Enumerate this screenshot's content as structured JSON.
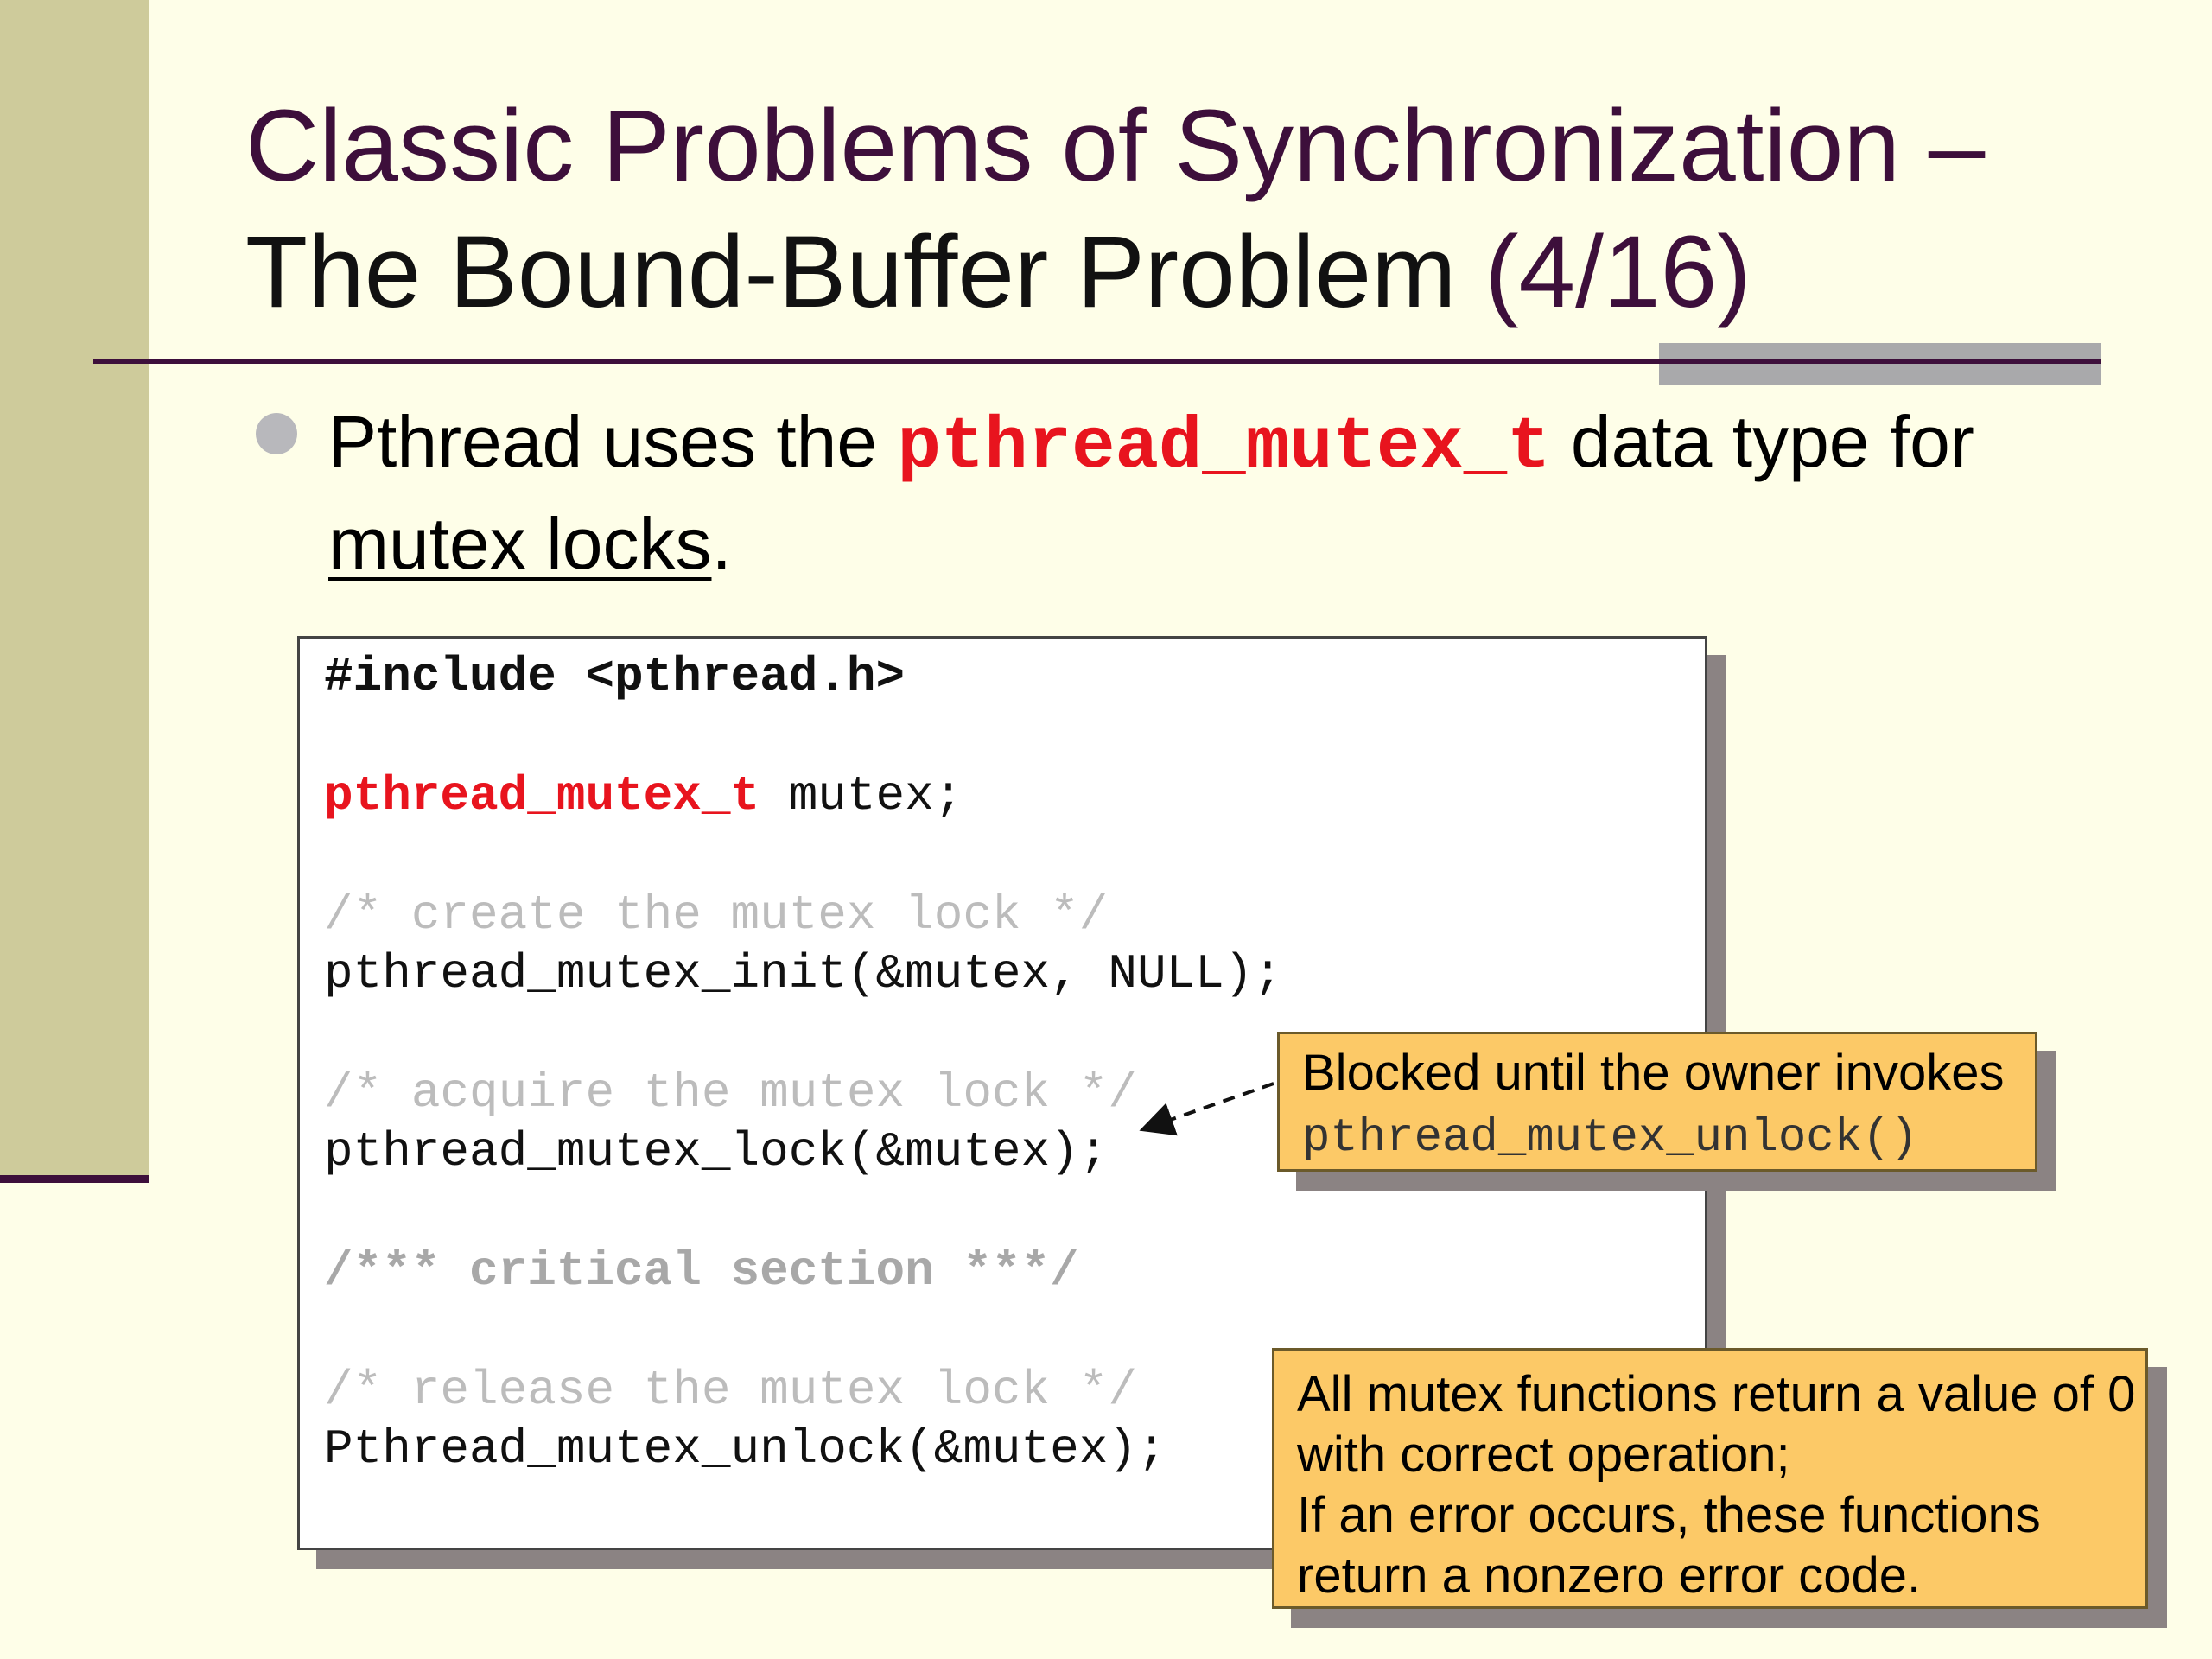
{
  "slide": {
    "title_line1": "Classic Problems of Synchronization –",
    "title_line2_main": "The Bound-Buffer Problem ",
    "title_line2_page": "(4/16)"
  },
  "bullet": {
    "text_before": "Pthread uses the ",
    "code": "pthread_mutex_t",
    "text_after": " data type for",
    "underlined": "mutex locks",
    "period": "."
  },
  "code": {
    "include": "#include <pthread.h>",
    "decl_type": "pthread_mutex_t",
    "decl_rest": " mutex;",
    "comment_create": "/* create the mutex lock */",
    "init": "pthread_mutex_init(&mutex, NULL);",
    "comment_acquire": "/* acquire the mutex lock */",
    "lock": "pthread_mutex_lock(&mutex);",
    "critical": "/*** critical section ***/",
    "comment_release": "/* release the mutex lock */",
    "unlock": "Pthread_mutex_unlock(&mutex);"
  },
  "callouts": {
    "blocked_text": "Blocked until the owner invokes",
    "blocked_code": "pthread_mutex_unlock()",
    "return_line1": "All mutex functions return a value of 0",
    "return_line2": "with correct operation;",
    "return_line3": "If an error occurs, these functions",
    "return_line4": "return a nonzero error code."
  },
  "colors": {
    "title": "#3d0f3b",
    "code_red": "#e8141e",
    "callout_fill": "#fcc967",
    "background": "#fefee8"
  }
}
